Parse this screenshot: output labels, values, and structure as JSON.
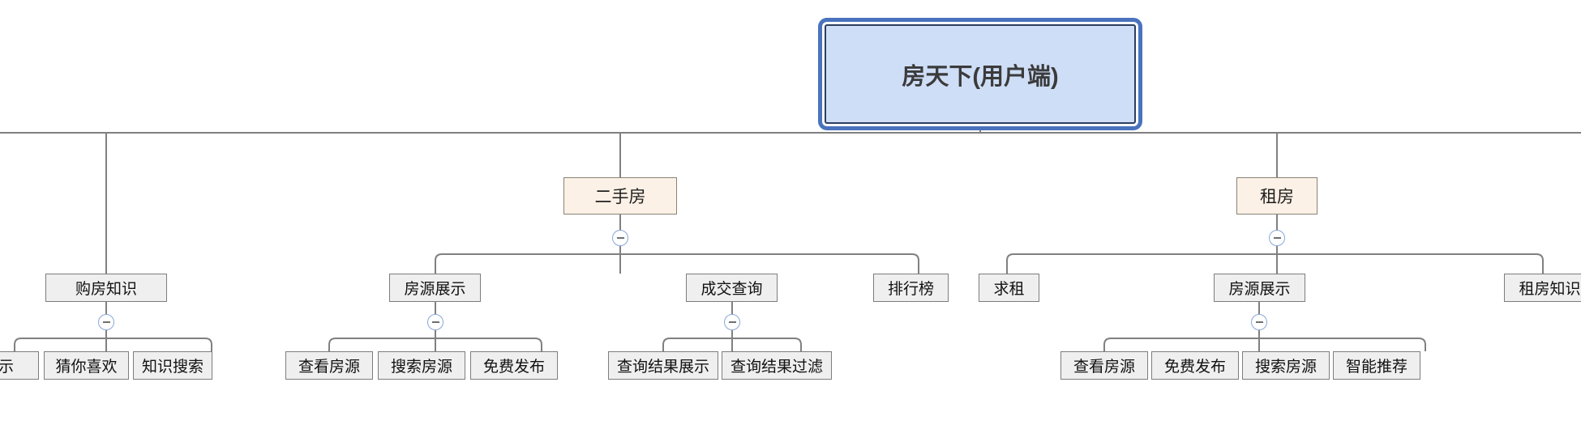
{
  "diagram": {
    "type": "tree-mindmap",
    "title": "房天下(用户端)",
    "colors": {
      "root_fill": "#cfdef7",
      "root_border": "#2d3e60",
      "selection_border": "#4a73bd",
      "level2_fill": "#fcf1e6",
      "level2_border": "#8a8276",
      "node_fill": "#efefef",
      "node_border": "#7d7d7d",
      "connector": "#808080",
      "collapse_icon_border": "#8aa7d8"
    },
    "root": {
      "label": "房天下(用户端)",
      "selected": true
    },
    "branches": [
      {
        "label": "二手房",
        "collapse_icon": "minus-circle-icon",
        "children": [
          {
            "label": "房源展示",
            "collapse_icon": "minus-circle-icon",
            "children": [
              {
                "label": "查看房源"
              },
              {
                "label": "搜索房源"
              },
              {
                "label": "免费发布"
              }
            ]
          },
          {
            "label": "成交查询",
            "collapse_icon": "minus-circle-icon",
            "children": [
              {
                "label": "查询结果展示"
              },
              {
                "label": "查询结果过滤"
              }
            ]
          },
          {
            "label": "排行榜",
            "children": []
          }
        ]
      },
      {
        "label": "租房",
        "collapse_icon": "minus-circle-icon",
        "children": [
          {
            "label": "求租",
            "children": []
          },
          {
            "label": "房源展示",
            "collapse_icon": "minus-circle-icon",
            "children": [
              {
                "label": "查看房源"
              },
              {
                "label": "免费发布"
              },
              {
                "label": "搜索房源"
              },
              {
                "label": "智能推荐"
              }
            ]
          },
          {
            "label": "租房知识",
            "children": []
          }
        ]
      }
    ],
    "offscreen_left_branch": {
      "note": "partially visible at left edge",
      "node": {
        "label": "购房知识",
        "collapse_icon": "minus-circle-icon",
        "children": [
          {
            "label": "展示",
            "clipped": true
          },
          {
            "label": "猜你喜欢"
          },
          {
            "label": "知识搜索"
          }
        ]
      }
    }
  }
}
